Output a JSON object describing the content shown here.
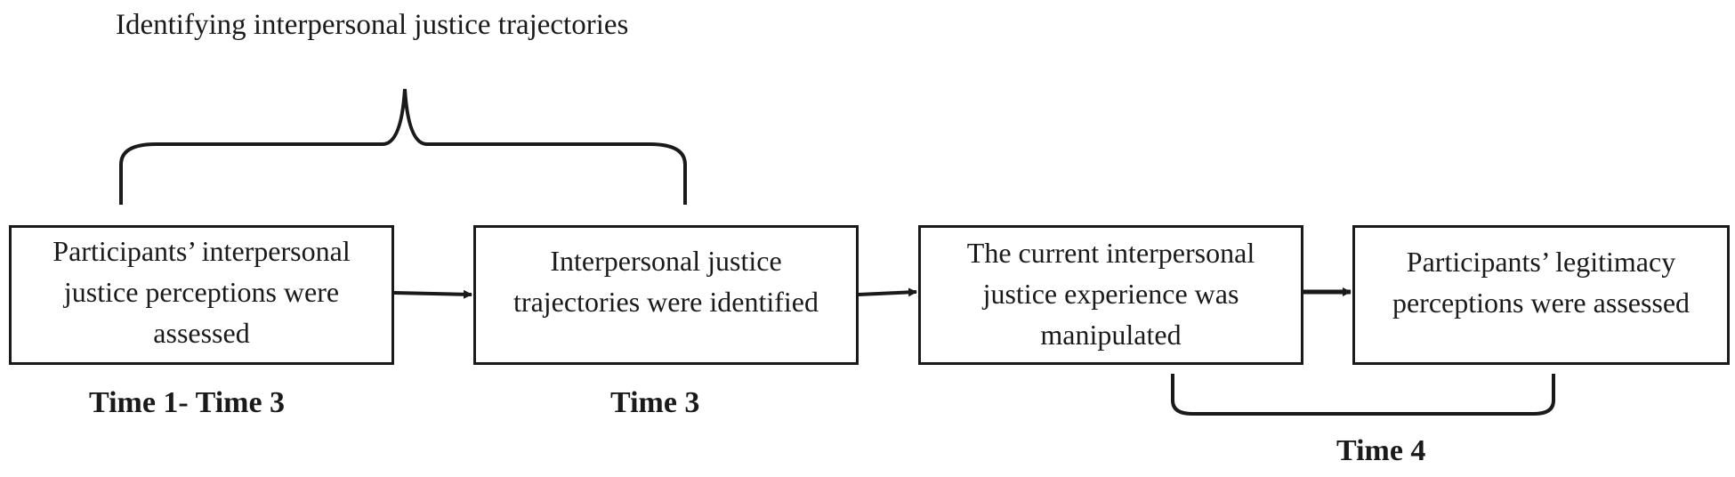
{
  "diagram": {
    "top_label": "Identifying interpersonal justice trajectories",
    "steps": [
      {
        "line1": "Participants’ interpersonal",
        "line2": "justice perceptions were",
        "line3": "assessed"
      },
      {
        "line1": "Interpersonal justice",
        "line2": "trajectories were identified"
      },
      {
        "line1": "The current interpersonal",
        "line2": "justice experience was",
        "line3": "manipulated"
      },
      {
        "line1": "Participants’ legitimacy",
        "line2": "perceptions were assessed"
      }
    ],
    "time_labels": [
      "Time 1- Time 3",
      "Time 3",
      "Time 4"
    ],
    "colors": {
      "line": "#1a1a1a",
      "background": "#ffffff"
    }
  }
}
